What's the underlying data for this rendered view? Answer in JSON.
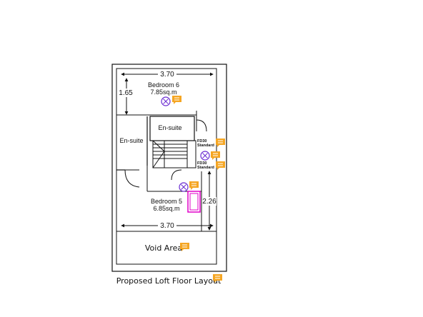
{
  "rooms": {
    "bedroom6": {
      "name": "Bedroom 6",
      "area": "7.85sq.m"
    },
    "ensuite_right": {
      "name": "En-suite"
    },
    "ensuite_left": {
      "name": "En-suite"
    },
    "bedroom5": {
      "name": "Bedroom 5",
      "area": "6.85sq.m"
    },
    "void": {
      "name": "Void Area"
    }
  },
  "dimensions": {
    "top_width": "3.70",
    "left_depth": "1.65",
    "right_depth": "2.26",
    "bottom_width": "3.70"
  },
  "fd_notes": {
    "upper": {
      "line1": "FD30",
      "line2": "Standard"
    },
    "lower": {
      "line1": "FD30",
      "line2": "Standard"
    }
  },
  "caption": "Proposed Loft Floor Layout",
  "colors": {
    "comment_bubble": "#F5A623",
    "smoke_detector": "#6A2BD1",
    "skylight": "#E100C8",
    "line": "#111111"
  },
  "icons": [
    "comment-bubble-icon",
    "smoke-detector-icon"
  ]
}
